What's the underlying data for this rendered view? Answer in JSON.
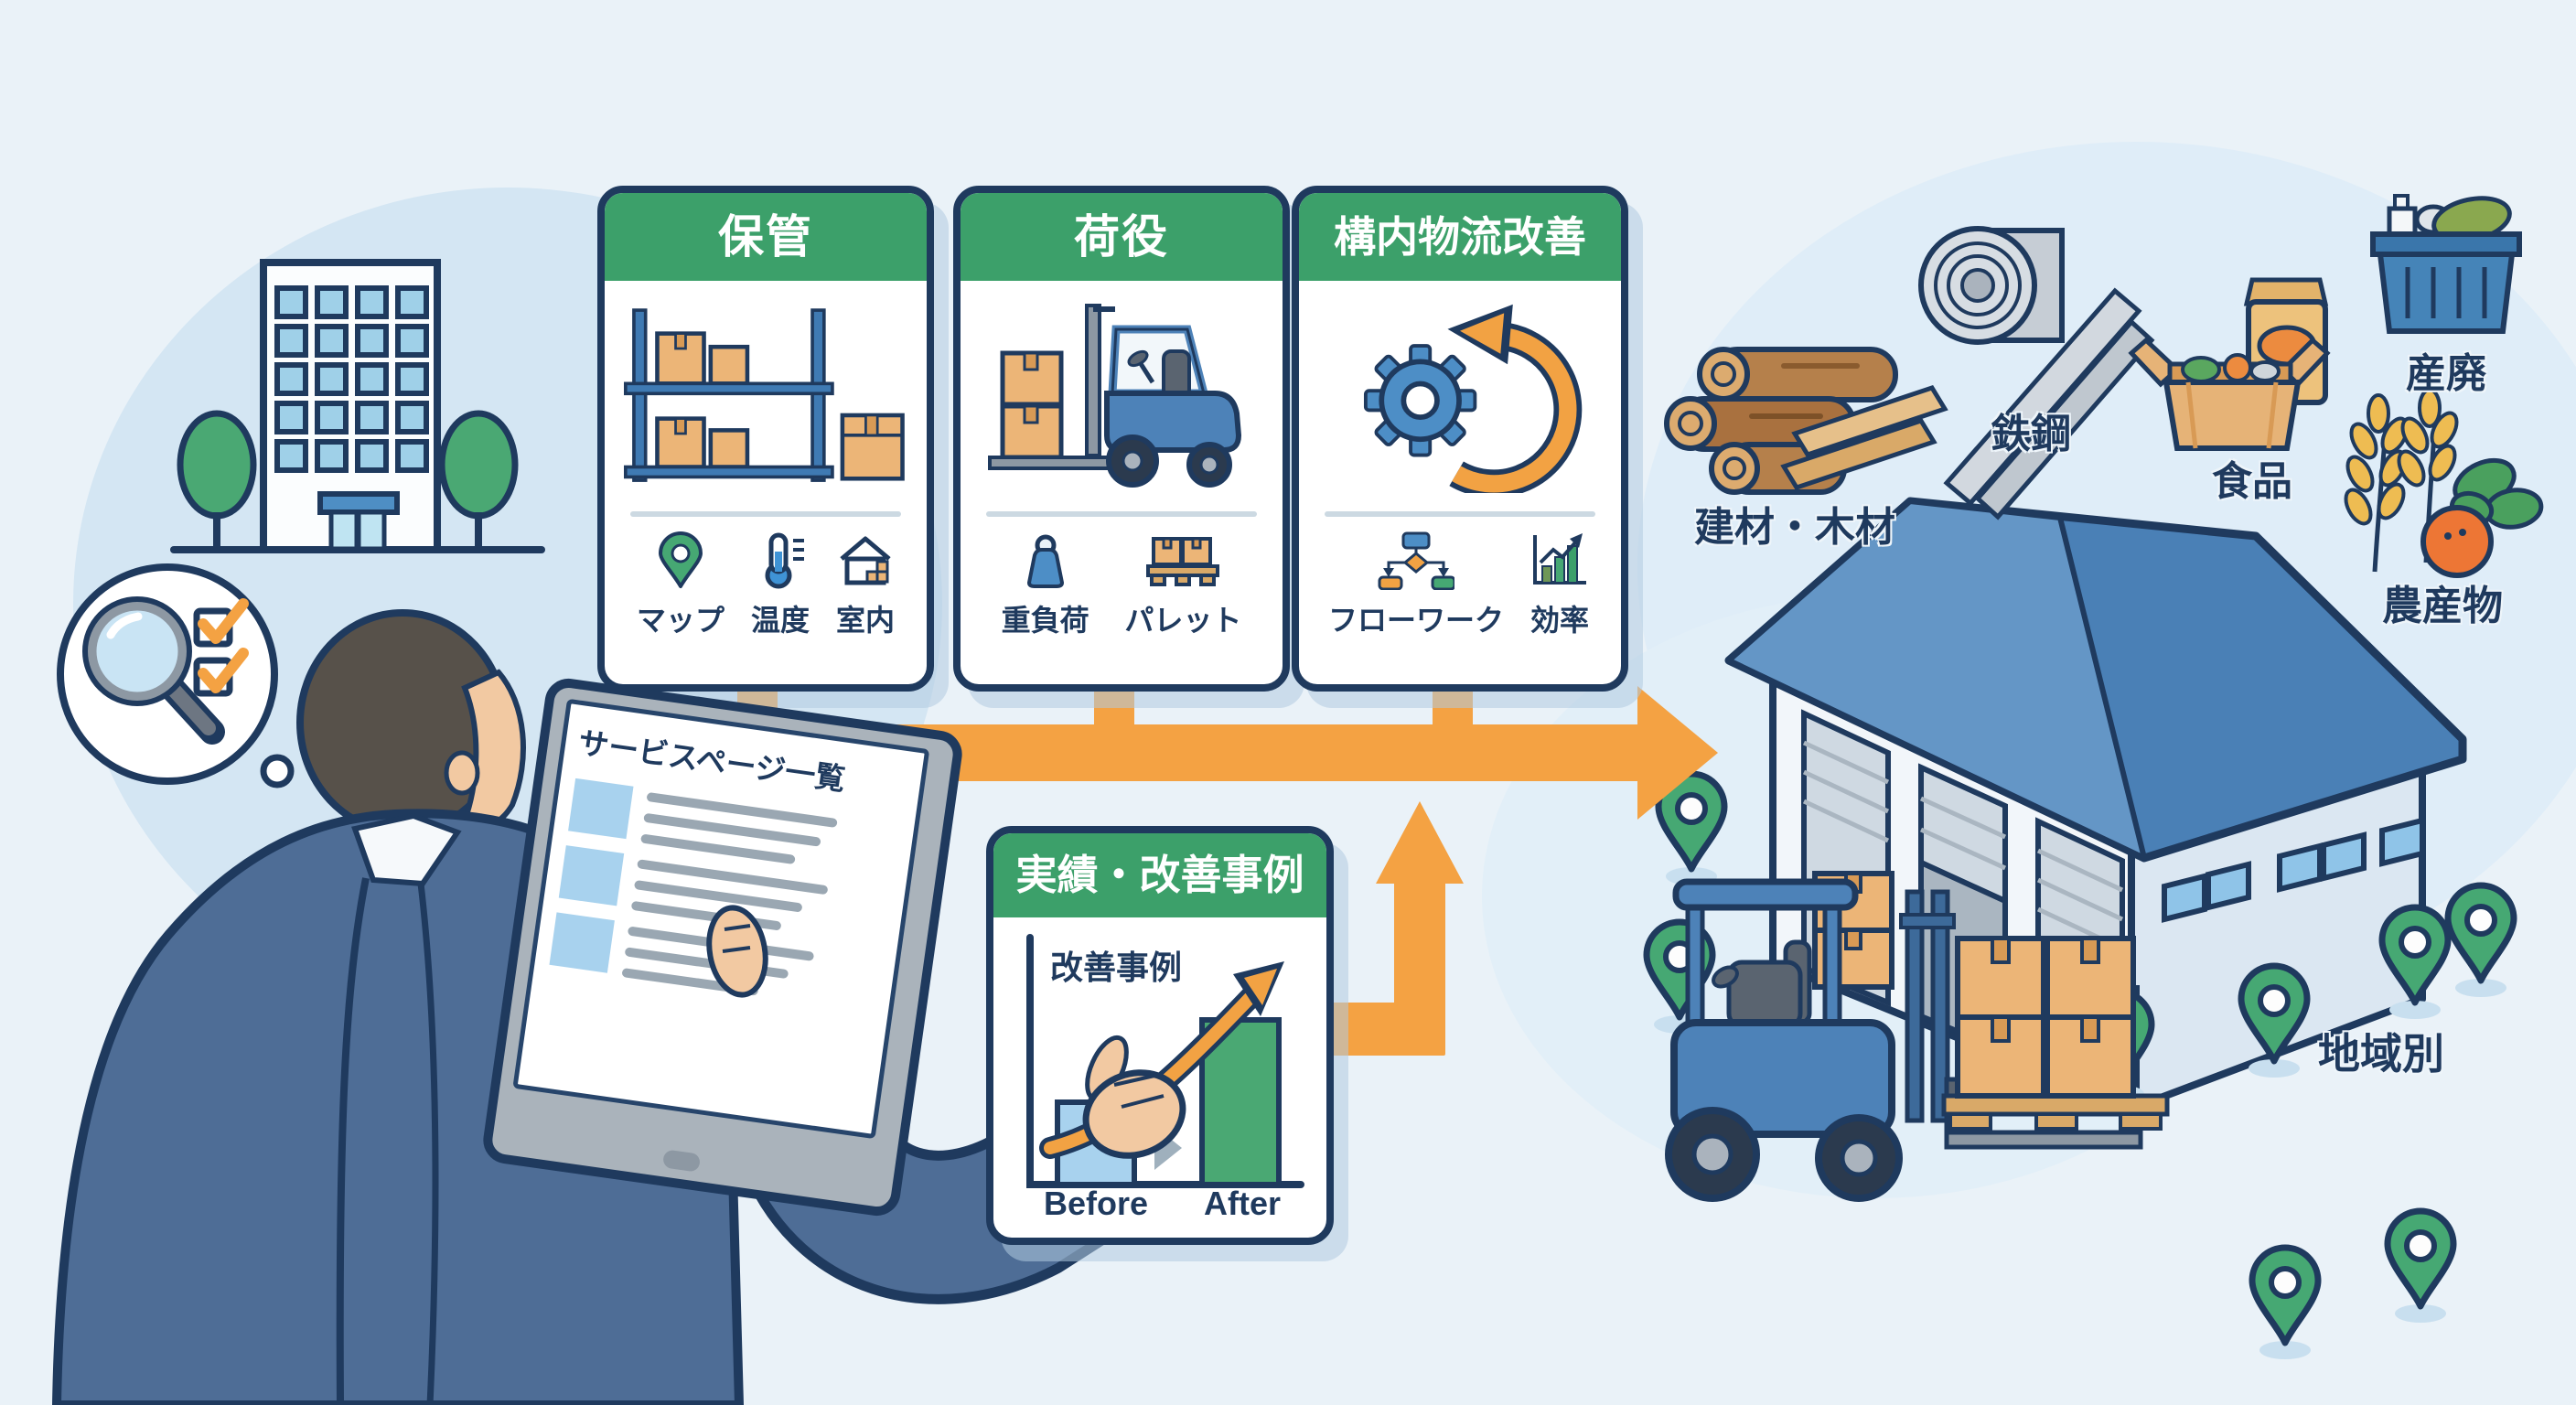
{
  "cards": [
    {
      "title": "保管",
      "main_icon": "storage-rack-icon",
      "features": [
        {
          "icon": "map-pin-icon",
          "label": "マップ"
        },
        {
          "icon": "thermometer-icon",
          "label": "温度"
        },
        {
          "icon": "indoor-house-icon",
          "label": "室内"
        }
      ]
    },
    {
      "title": "荷役",
      "main_icon": "forklift-icon",
      "features": [
        {
          "icon": "weight-icon",
          "label": "重負荷"
        },
        {
          "icon": "pallet-icon",
          "label": "パレット"
        }
      ]
    },
    {
      "title": "構内物流改善",
      "main_icon": "gear-cycle-icon",
      "features": [
        {
          "icon": "flowchart-icon",
          "label": "フローワーク"
        },
        {
          "icon": "efficiency-chart-icon",
          "label": "効率"
        }
      ]
    }
  ],
  "results_card": {
    "title": "実績・改善事例",
    "chart_label": "改善事例",
    "before": "Before",
    "after": "After"
  },
  "tablet": {
    "title": "サービスページ一覧"
  },
  "cargo_labels": {
    "lumber": "建材・木材",
    "steel": "鉄鋼",
    "food": "食品",
    "waste": "産廃",
    "agricultural": "農産物",
    "regional": "地域別"
  },
  "icons": {
    "thought_bubble": "magnifier-with-checklist",
    "left_building": "office-building-with-trees",
    "person": "businessman-reading-tablet",
    "flow": "orange-process-arrows",
    "destination": "warehouse-with-forklift-and-map-pins"
  },
  "colors": {
    "background": "#eaf2f8",
    "header_green": "#3ca06a",
    "arrow_orange": "#f4a243",
    "outline_navy": "#1f3a5e",
    "pin_green": "#46a873",
    "box_tan": "#ecb577",
    "roof_blue": "#4a80b6"
  }
}
